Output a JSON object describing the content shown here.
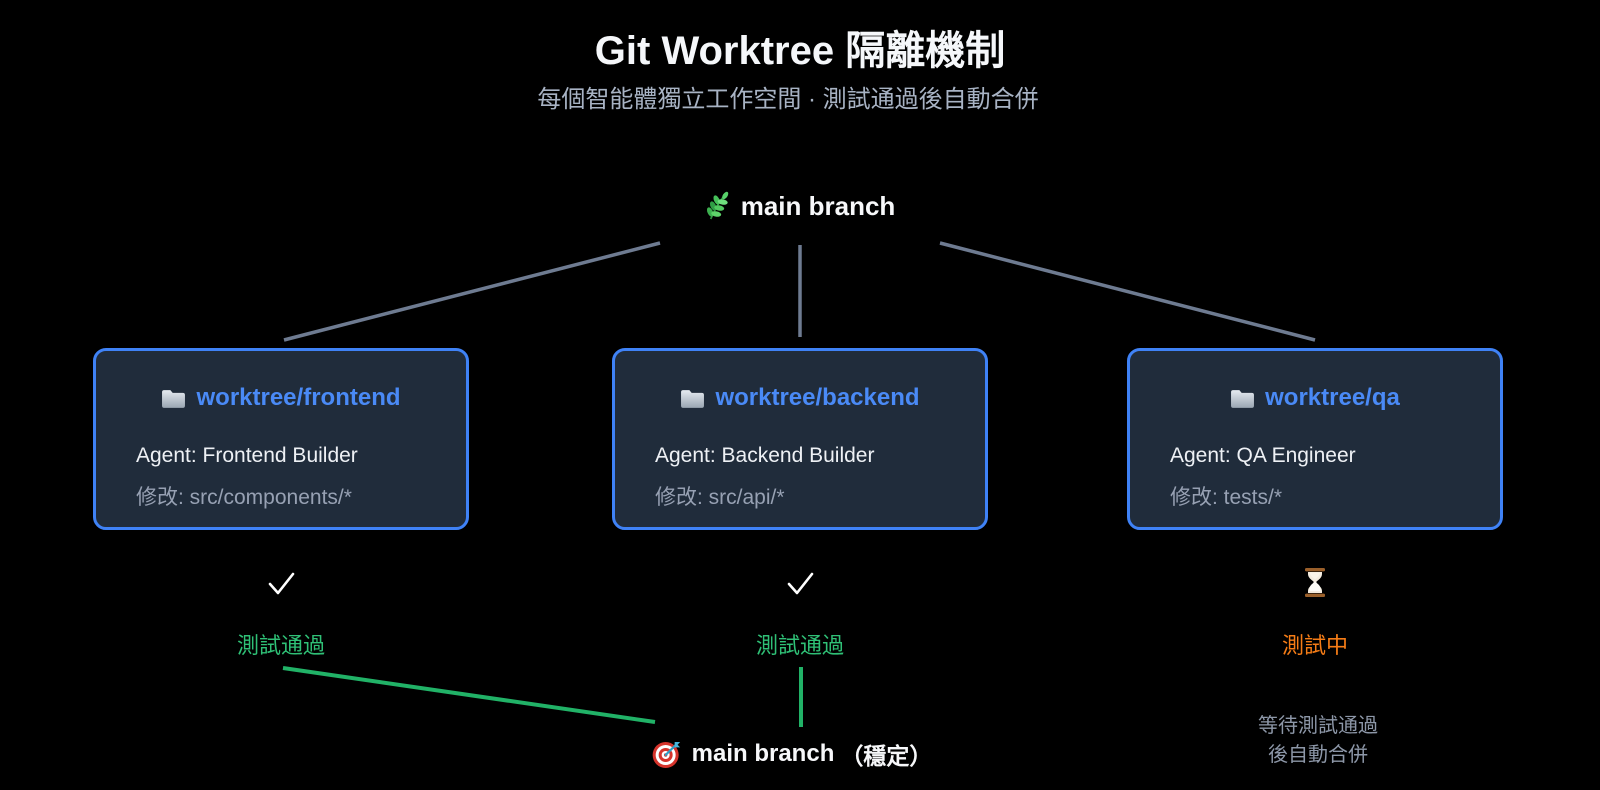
{
  "title": "Git Worktree 隔離機制",
  "subtitle": "每個智能體獨立工作空間 · 測試通過後自動合併",
  "main_branch": {
    "label": "main branch",
    "icon": "herb-icon"
  },
  "worktrees": [
    {
      "name": "worktree/frontend",
      "agent": "Agent: Frontend Builder",
      "modifies": "修改: src/components/*",
      "status": "測試通過",
      "status_kind": "passed",
      "icon": "folder-icon"
    },
    {
      "name": "worktree/backend",
      "agent": "Agent: Backend Builder",
      "modifies": "修改: src/api/*",
      "status": "測試通過",
      "status_kind": "passed",
      "icon": "folder-icon"
    },
    {
      "name": "worktree/qa",
      "agent": "Agent: QA Engineer",
      "modifies": "修改: tests/*",
      "status": "測試中",
      "status_kind": "testing",
      "icon": "folder-icon",
      "note_line1": "等待測試通過",
      "note_line2": "後自動合併"
    }
  ],
  "merged_branch": {
    "label": "main branch",
    "suffix": "（穩定）",
    "icon": "dart-target-icon"
  },
  "status_icons": {
    "passed": "check-icon",
    "testing": "hourglass-icon"
  },
  "colors": {
    "accent_blue": "#3f82f6",
    "green": "#2fc076",
    "orange": "#f57c16",
    "box_bg": "#202c3b",
    "line_gray": "#6e7b91",
    "background": "#000000"
  }
}
